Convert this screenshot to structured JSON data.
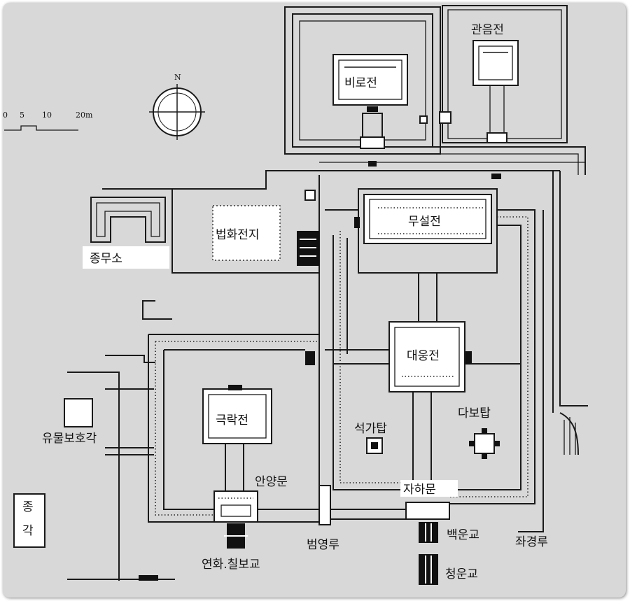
{
  "labels": {
    "birojeon": "비로전",
    "gwaneumjeon": "관음전",
    "museoljeon": "무설전",
    "beophwajeonji": "법화전지",
    "jongmuso": "종무소",
    "daeungjeon": "대웅전",
    "geungnakjeon": "극락전",
    "seokgatap": "석가탑",
    "dabotap": "다보탑",
    "yumulbohogak": "유물보호각",
    "jonggak_1": "종",
    "jonggak_2": "각",
    "anyangmun": "안양문",
    "jahamun": "자하문",
    "baegungyo": "백운교",
    "jwagyeongnu": "좌경루",
    "beomyeongnu": "범영루",
    "yeonhwachilbogyo": "연화.칠보교",
    "cheongungyo": "청운교"
  },
  "scale_bar": {
    "tick_0": "0",
    "tick_5": "5",
    "tick_10": "10",
    "tick_20": "20m"
  },
  "compass": {
    "north": "N"
  },
  "colors": {
    "background": "#d8d8d8",
    "ink": "#1a1a1a",
    "building_fill": "#ffffff"
  }
}
